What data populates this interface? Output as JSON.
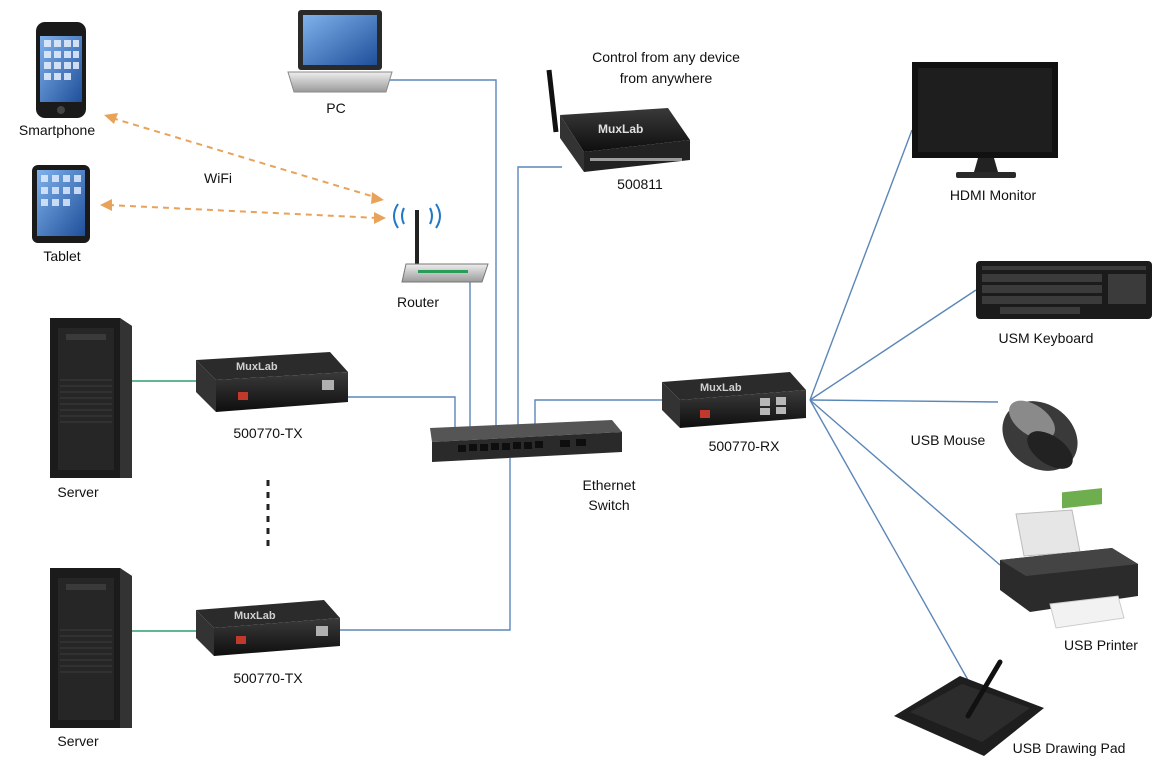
{
  "labels": {
    "smartphone": "Smartphone",
    "tablet": "Tablet",
    "wifi": "WiFi",
    "pc": "PC",
    "router": "Router",
    "control_line1": "Control from any device",
    "control_line2": "from anywhere",
    "controller": "500811",
    "tx1": "500770-TX",
    "tx2": "500770-TX",
    "server1": "Server",
    "server2": "Server",
    "switch_line1": "Ethernet",
    "switch_line2": "Switch",
    "rx": "500770-RX",
    "monitor": "HDMI Monitor",
    "keyboard": "USM Keyboard",
    "mouse": "USB Mouse",
    "printer": "USB Printer",
    "drawing_pad": "USB Drawing Pad"
  },
  "brand": "MuxLab",
  "colors": {
    "network_line": "#5b87b8",
    "usb_line": "#5b87b8",
    "hdmi_line": "#2e9e6b",
    "wifi_line": "#e8a25a",
    "device_dark": "#1b1b1b",
    "screen_blue": "#2f6fc0"
  }
}
